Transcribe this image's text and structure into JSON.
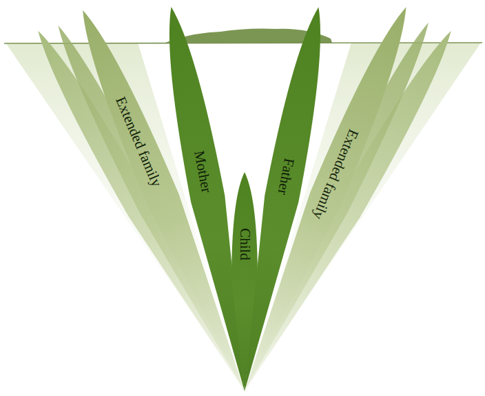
{
  "diagram": {
    "nodes": [
      {
        "text": [
          "Extended family"
        ]
      },
      {
        "text": [
          "Mother"
        ]
      },
      {
        "text": [
          "Child"
        ]
      },
      {
        "text": [
          "Father"
        ]
      },
      {
        "text": [
          "Extended family"
        ]
      }
    ]
  }
}
